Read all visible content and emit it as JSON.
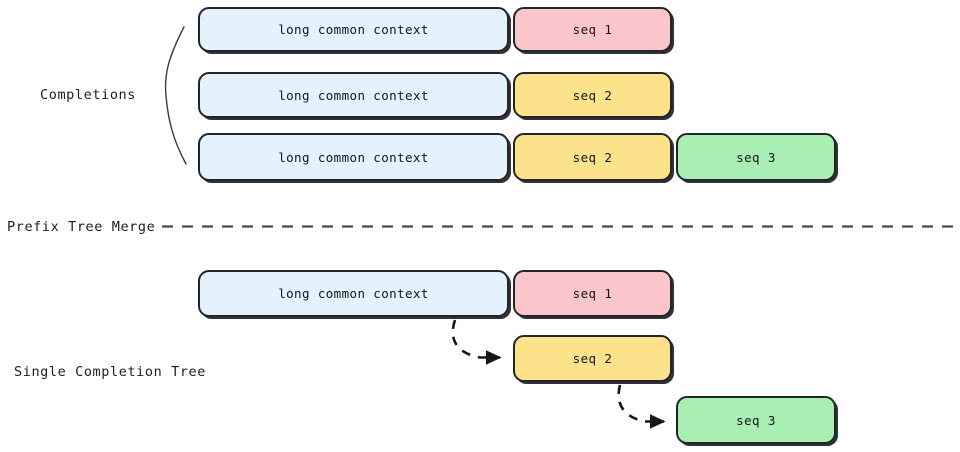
{
  "diagram": {
    "title_labels": {
      "completions": "Completions",
      "prefix_tree_merge": "Prefix Tree Merge",
      "single_completion_tree": "Single Completion Tree"
    },
    "colors": {
      "context_fill": "#e3f2fd",
      "seq1_fill": "#fac5cb",
      "seq2_fill": "#fbe28b",
      "seq3_fill": "#a9eeb3",
      "stroke": "#22252a",
      "divider": "#4a4a4a",
      "arrow": "#15171a",
      "brace": "#3c3c3c"
    },
    "top_section": {
      "rows": [
        {
          "blocks": [
            {
              "label": "long common context",
              "kind": "context"
            },
            {
              "label": "seq 1",
              "kind": "seq1"
            }
          ]
        },
        {
          "blocks": [
            {
              "label": "long common context",
              "kind": "context"
            },
            {
              "label": "seq 2",
              "kind": "seq2"
            }
          ]
        },
        {
          "blocks": [
            {
              "label": "long common context",
              "kind": "context"
            },
            {
              "label": "seq 2",
              "kind": "seq2"
            },
            {
              "label": "seq 3",
              "kind": "seq3"
            }
          ]
        }
      ]
    },
    "bottom_section": {
      "blocks": [
        {
          "label": "long common context",
          "kind": "context"
        },
        {
          "label": "seq 1",
          "kind": "seq1"
        },
        {
          "label": "seq 2",
          "kind": "seq2"
        },
        {
          "label": "seq 3",
          "kind": "seq3"
        }
      ],
      "arrows": [
        {
          "from": "long common context",
          "to": "seq 2",
          "style": "dashed"
        },
        {
          "from": "seq 2",
          "to": "seq 3",
          "style": "dashed"
        }
      ]
    }
  }
}
